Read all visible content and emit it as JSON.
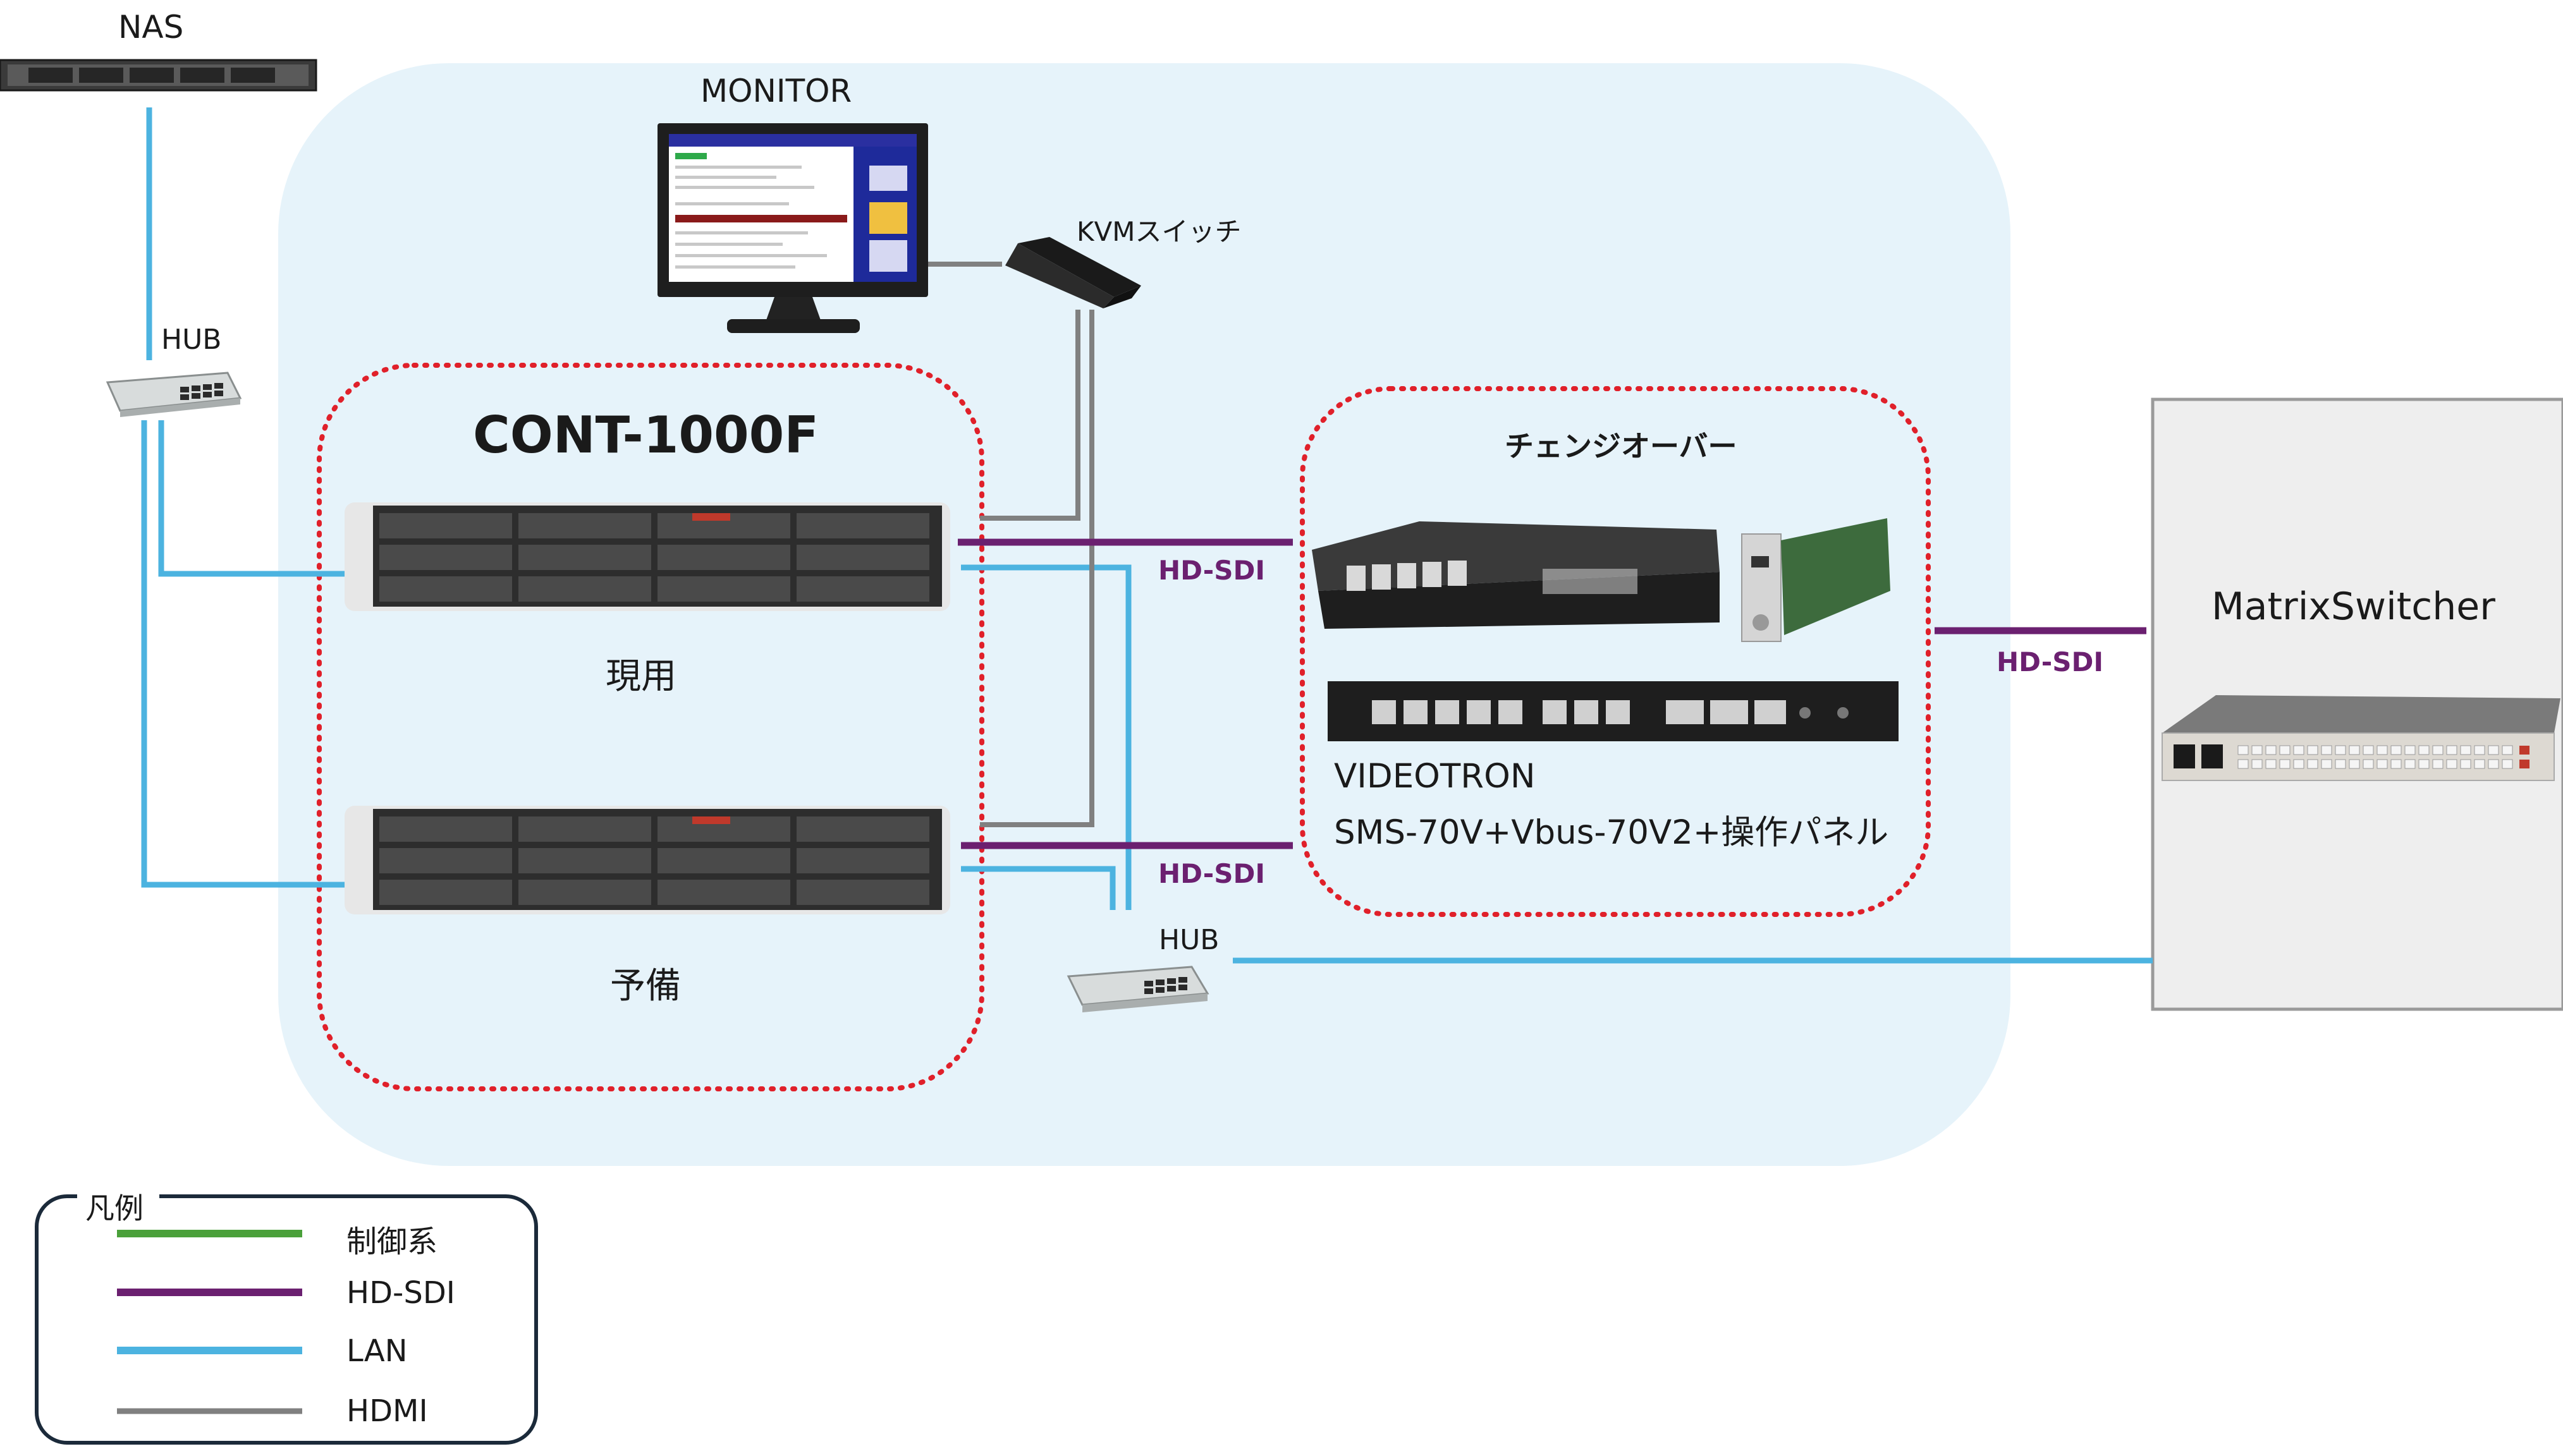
{
  "labels": {
    "nas": "NAS",
    "monitor": "MONITOR",
    "kvm": "KVMスイッチ",
    "hub_top": "HUB",
    "hub_bottom": "HUB",
    "cont_title": "CONT-1000F",
    "active": "現用",
    "standby": "予備",
    "changeover_title": "チェンジオーバー",
    "videotron_line1": "VIDEOTRON",
    "videotron_line2": "SMS-70V+Vbus-70V2+操作パネル",
    "matrix": "MatrixSwitcher",
    "hdsdi_1": "HD-SDI",
    "hdsdi_2": "HD-SDI",
    "hdsdi_3": "HD-SDI"
  },
  "legend": {
    "title": "凡例",
    "items": [
      {
        "label": "制御系",
        "color": "#4aa03a"
      },
      {
        "label": "HD-SDI",
        "color": "#6b2070"
      },
      {
        "label": "LAN",
        "color": "#4cb3e0"
      },
      {
        "label": "HDMI",
        "color": "#808080"
      }
    ]
  },
  "colors": {
    "control": "#4aa03a",
    "hdsdi": "#6b2070",
    "lan": "#4cb3e0",
    "hdmi": "#808080",
    "group_bg": "#e6f3fa",
    "dotted_border": "#e0202a"
  }
}
